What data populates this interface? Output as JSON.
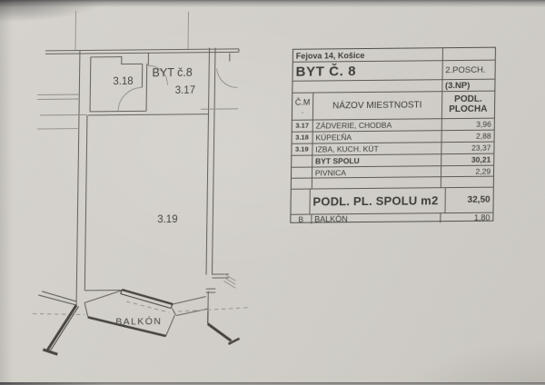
{
  "document": {
    "address": "Fejova 14, Košice",
    "unit_title": "BYT Č. 8",
    "floor": "2.POSCH.",
    "floor_alt": "(3.NP)",
    "table": {
      "col_cm": "Č.M",
      "col_cm_dot": ".",
      "col_name": "NÁZOV MIESTNOSTI",
      "col_area_line1": "PODL.",
      "col_area_line2": "PLOCHA",
      "rows": [
        {
          "cm": "3.17",
          "name": "ZÁDVERIE, CHODBA",
          "area": "3,96"
        },
        {
          "cm": "3.18",
          "name": "KÚPEĽŇA",
          "area": "2,88"
        },
        {
          "cm": "3.19",
          "name": "IZBA, KUCH. KÚT",
          "area": "23,37"
        },
        {
          "cm": "",
          "name": "BYT SPOLU",
          "area": "30,21"
        },
        {
          "cm": "",
          "name": "PIVNICA",
          "area": "2,29"
        }
      ],
      "total_label": "PODL. PL. SPOLU m2",
      "total_value": "32,50",
      "balcony_cm": "B",
      "balcony_label": "BALKÓN",
      "balcony_value": "1,80"
    }
  },
  "plan": {
    "labels": {
      "unit": "BYT č.8",
      "room_317": "3.17",
      "room_318": "3.18",
      "room_319": "3.19",
      "balcony": "BALKÓN"
    },
    "line_color": "#63605a",
    "wall_color": "#45423d"
  }
}
